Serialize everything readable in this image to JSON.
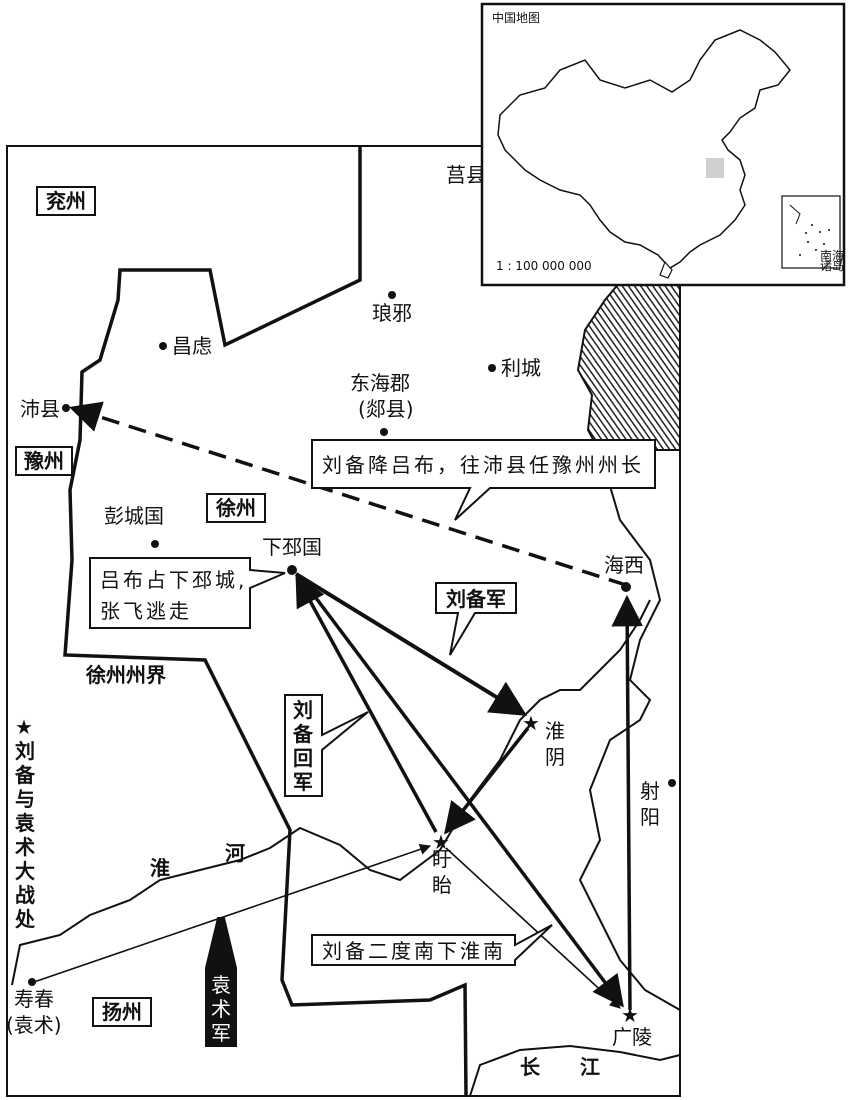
{
  "regions": {
    "yanzhou": "兖州",
    "yuzhou": "豫州",
    "xuzhou": "徐州",
    "yangzhou": "扬州",
    "xuzhou_border": "徐州州界"
  },
  "places": {
    "juxian": "莒县",
    "langye": "琅邪",
    "changlu": "昌虑",
    "licheng": "利城",
    "donghai": "东海郡",
    "tanxian": "(郯县)",
    "peixian": "沛县",
    "pengcheng": "彭城国",
    "xiapi": "下邳国",
    "haixi": "海西",
    "huaiyin": [
      "淮",
      "阴"
    ],
    "sheyang": [
      "射",
      "阳"
    ],
    "xuyi": [
      "盱",
      "眙"
    ],
    "shouchun": "寿春",
    "yuanshu_paren": "(袁术)",
    "guangling": "广陵"
  },
  "rivers": {
    "huai": [
      "淮",
      "河"
    ],
    "changjiang": [
      "长",
      "江"
    ]
  },
  "callouts": {
    "surrender": "刘备降吕布，往沛县任豫州州长",
    "lubu": [
      "吕布占下邳城,",
      "张飞逃走"
    ],
    "liubei_army": "刘备军",
    "return": [
      "刘",
      "备",
      "回",
      "军"
    ],
    "second_south": "刘备二度南下淮南",
    "yuanshu_army": [
      "袁",
      "术",
      "军"
    ]
  },
  "legend": {
    "star": "★",
    "text": [
      "刘",
      "备",
      "与",
      "袁",
      "术",
      "大",
      "战",
      "处"
    ]
  },
  "inset": {
    "title": "中国地图",
    "scale": "1 : 100 000 000",
    "south_sea": [
      "南海",
      "诸岛"
    ]
  },
  "colors": {
    "ink": "#111111",
    "inset_highlight": "#cfcfcf",
    "sea_hatch": "#222222"
  }
}
